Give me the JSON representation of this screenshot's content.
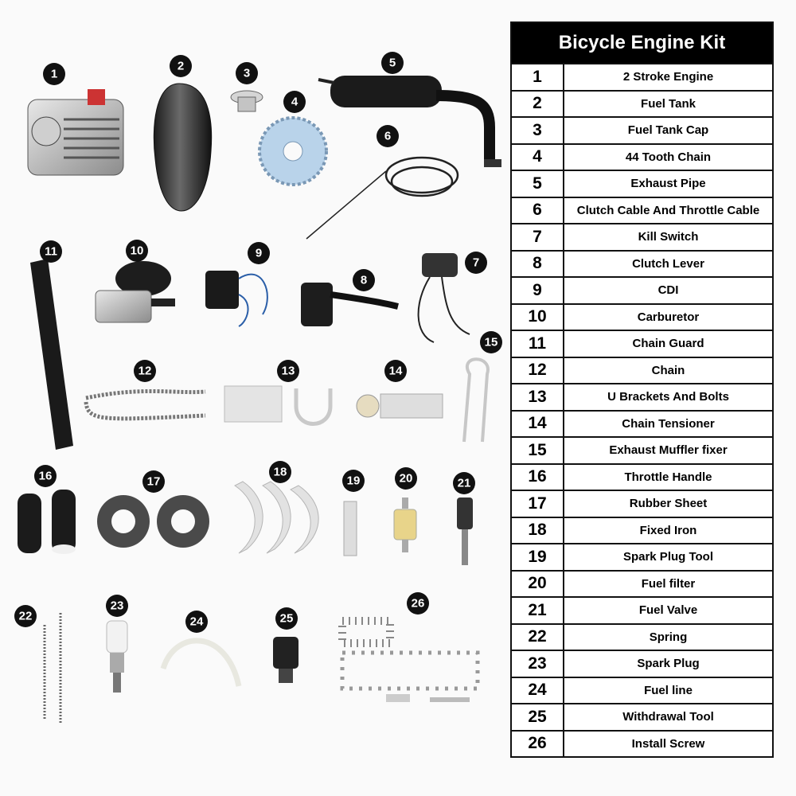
{
  "table": {
    "title": "Bicycle Engine Kit",
    "rows": [
      {
        "num": "1",
        "name": "2 Stroke Engine"
      },
      {
        "num": "2",
        "name": "Fuel Tank"
      },
      {
        "num": "3",
        "name": "Fuel Tank Cap"
      },
      {
        "num": "4",
        "name": "44 Tooth Chain"
      },
      {
        "num": "5",
        "name": "Exhaust Pipe"
      },
      {
        "num": "6",
        "name": "Clutch Cable And Throttle Cable"
      },
      {
        "num": "7",
        "name": "Kill Switch"
      },
      {
        "num": "8",
        "name": "Clutch Lever"
      },
      {
        "num": "9",
        "name": "CDI"
      },
      {
        "num": "10",
        "name": "Carburetor"
      },
      {
        "num": "11",
        "name": "Chain Guard"
      },
      {
        "num": "12",
        "name": "Chain"
      },
      {
        "num": "13",
        "name": "U Brackets And Bolts"
      },
      {
        "num": "14",
        "name": "Chain Tensioner"
      },
      {
        "num": "15",
        "name": "Exhaust Muffler fixer"
      },
      {
        "num": "16",
        "name": "Throttle Handle"
      },
      {
        "num": "17",
        "name": "Rubber Sheet"
      },
      {
        "num": "18",
        "name": "Fixed Iron"
      },
      {
        "num": "19",
        "name": "Spark Plug Tool"
      },
      {
        "num": "20",
        "name": "Fuel filter"
      },
      {
        "num": "21",
        "name": "Fuel Valve"
      },
      {
        "num": "22",
        "name": "Spring"
      },
      {
        "num": "23",
        "name": "Spark Plug"
      },
      {
        "num": "24",
        "name": "Fuel line"
      },
      {
        "num": "25",
        "name": "Withdrawal Tool"
      },
      {
        "num": "26",
        "name": "Install Screw"
      }
    ]
  },
  "colors": {
    "background": "#fafafa",
    "badge": "#111111",
    "header_bg": "#000000",
    "header_text": "#ffffff",
    "border": "#111111"
  }
}
